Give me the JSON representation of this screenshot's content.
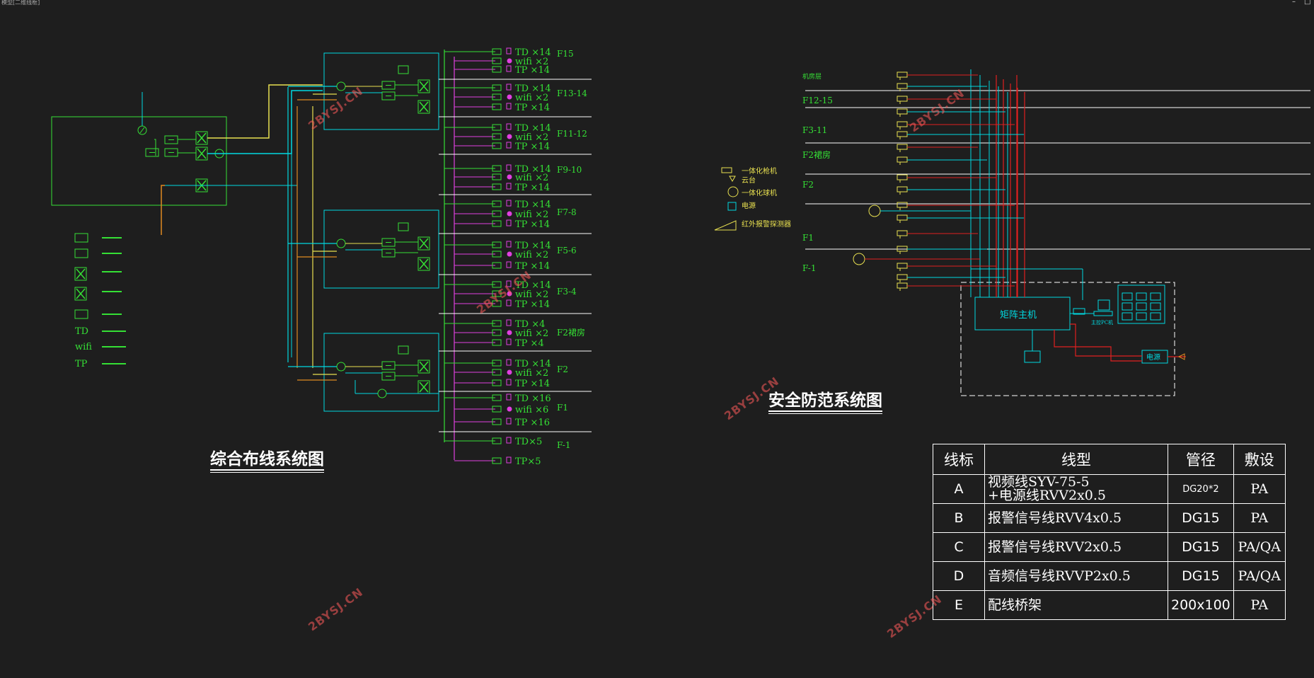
{
  "window": {
    "title": "模型[二维线框]",
    "minimize": "–",
    "maximize": "□"
  },
  "colors": {
    "background": "#1e1e1e",
    "cyan": "#00d8e0",
    "green": "#35e035",
    "magenta": "#e040e0",
    "yellow": "#e8e050",
    "orange": "#e08a20",
    "red": "#e02020",
    "white": "#ffffff",
    "watermark": "#ff5b5b"
  },
  "wiring": {
    "caption": "综合布线系统图",
    "floors": [
      {
        "label": "F15",
        "outlets": [
          {
            "text": "TD ×14",
            "kind": "TD"
          },
          {
            "text": "wifi ×2",
            "kind": "wifi"
          },
          {
            "text": "TP ×14",
            "kind": "TP"
          }
        ]
      },
      {
        "label": "F13-14",
        "outlets": [
          {
            "text": "TD ×14",
            "kind": "TD"
          },
          {
            "text": "wifi ×2",
            "kind": "wifi"
          },
          {
            "text": "TP ×14",
            "kind": "TP"
          }
        ]
      },
      {
        "label": "F11-12",
        "outlets": [
          {
            "text": "TD ×14",
            "kind": "TD"
          },
          {
            "text": "wifi ×2",
            "kind": "wifi"
          },
          {
            "text": "TP ×14",
            "kind": "TP"
          }
        ]
      },
      {
        "label": "F9-10",
        "outlets": [
          {
            "text": "TD ×14",
            "kind": "TD"
          },
          {
            "text": "wifi ×2",
            "kind": "wifi"
          },
          {
            "text": "TP ×14",
            "kind": "TP"
          }
        ]
      },
      {
        "label": "F7-8",
        "outlets": [
          {
            "text": "TD ×14",
            "kind": "TD"
          },
          {
            "text": "wifi ×2",
            "kind": "wifi"
          },
          {
            "text": "TP ×14",
            "kind": "TP"
          }
        ]
      },
      {
        "label": "F5-6",
        "outlets": [
          {
            "text": "TD ×14",
            "kind": "TD"
          },
          {
            "text": "wifi ×2",
            "kind": "wifi"
          },
          {
            "text": "TP ×14",
            "kind": "TP"
          }
        ]
      },
      {
        "label": "F3-4",
        "outlets": [
          {
            "text": "TD ×14",
            "kind": "TD"
          },
          {
            "text": "wifi ×2",
            "kind": "wifi"
          },
          {
            "text": "TP ×14",
            "kind": "TP"
          }
        ]
      },
      {
        "label": "F2裙房",
        "outlets": [
          {
            "text": "TD ×4",
            "kind": "TD"
          },
          {
            "text": "wifi ×2",
            "kind": "wifi"
          },
          {
            "text": "TP ×4",
            "kind": "TP"
          }
        ]
      },
      {
        "label": "F2",
        "outlets": [
          {
            "text": "TD ×14",
            "kind": "TD"
          },
          {
            "text": "wifi ×2",
            "kind": "wifi"
          },
          {
            "text": "TP ×14",
            "kind": "TP"
          }
        ]
      },
      {
        "label": "F1",
        "outlets": [
          {
            "text": "TD ×16",
            "kind": "TD"
          },
          {
            "text": "wifi ×6",
            "kind": "wifi"
          },
          {
            "text": "TP ×16",
            "kind": "TP"
          }
        ]
      },
      {
        "label": "F-1",
        "outlets": [
          {
            "text": "TD×5",
            "kind": "TD"
          },
          {
            "text": "TP×5",
            "kind": "TP"
          }
        ]
      }
    ],
    "legend": [
      "TD",
      "wifi",
      "TP"
    ]
  },
  "security": {
    "caption": "安全防范系统图",
    "floors": [
      "机房层",
      "F12-15",
      "F3-11",
      "F2裙房",
      "F2",
      "F1",
      "F-1"
    ],
    "legend": [
      "一体化枪机",
      "云台",
      "一体化球机",
      "电源",
      "红外报警探测器"
    ],
    "matrix_host": "矩阵主机",
    "power_label": "电源",
    "controller_label": "主控PC机"
  },
  "cable_table": {
    "headers": [
      "线标",
      "线型",
      "管径",
      "敷设"
    ],
    "rows": [
      {
        "code": "A",
        "type_line1": "视频线SYV-75-5",
        "type_line2": "+电源线RVV2x0.5",
        "pipe": "DG20*2",
        "laying": "PA"
      },
      {
        "code": "B",
        "type_line1": "报警信号线RVV4x0.5",
        "type_line2": "",
        "pipe": "DG15",
        "laying": "PA"
      },
      {
        "code": "C",
        "type_line1": "报警信号线RVV2x0.5",
        "type_line2": "",
        "pipe": "DG15",
        "laying": "PA/QA"
      },
      {
        "code": "D",
        "type_line1": "音频信号线RVVP2x0.5",
        "type_line2": "",
        "pipe": "DG15",
        "laying": "PA/QA"
      },
      {
        "code": "E",
        "type_line1": "配线桥架",
        "type_line2": "",
        "pipe": "200x100",
        "laying": "PA"
      }
    ]
  },
  "watermark": "2BYSJ.CN"
}
